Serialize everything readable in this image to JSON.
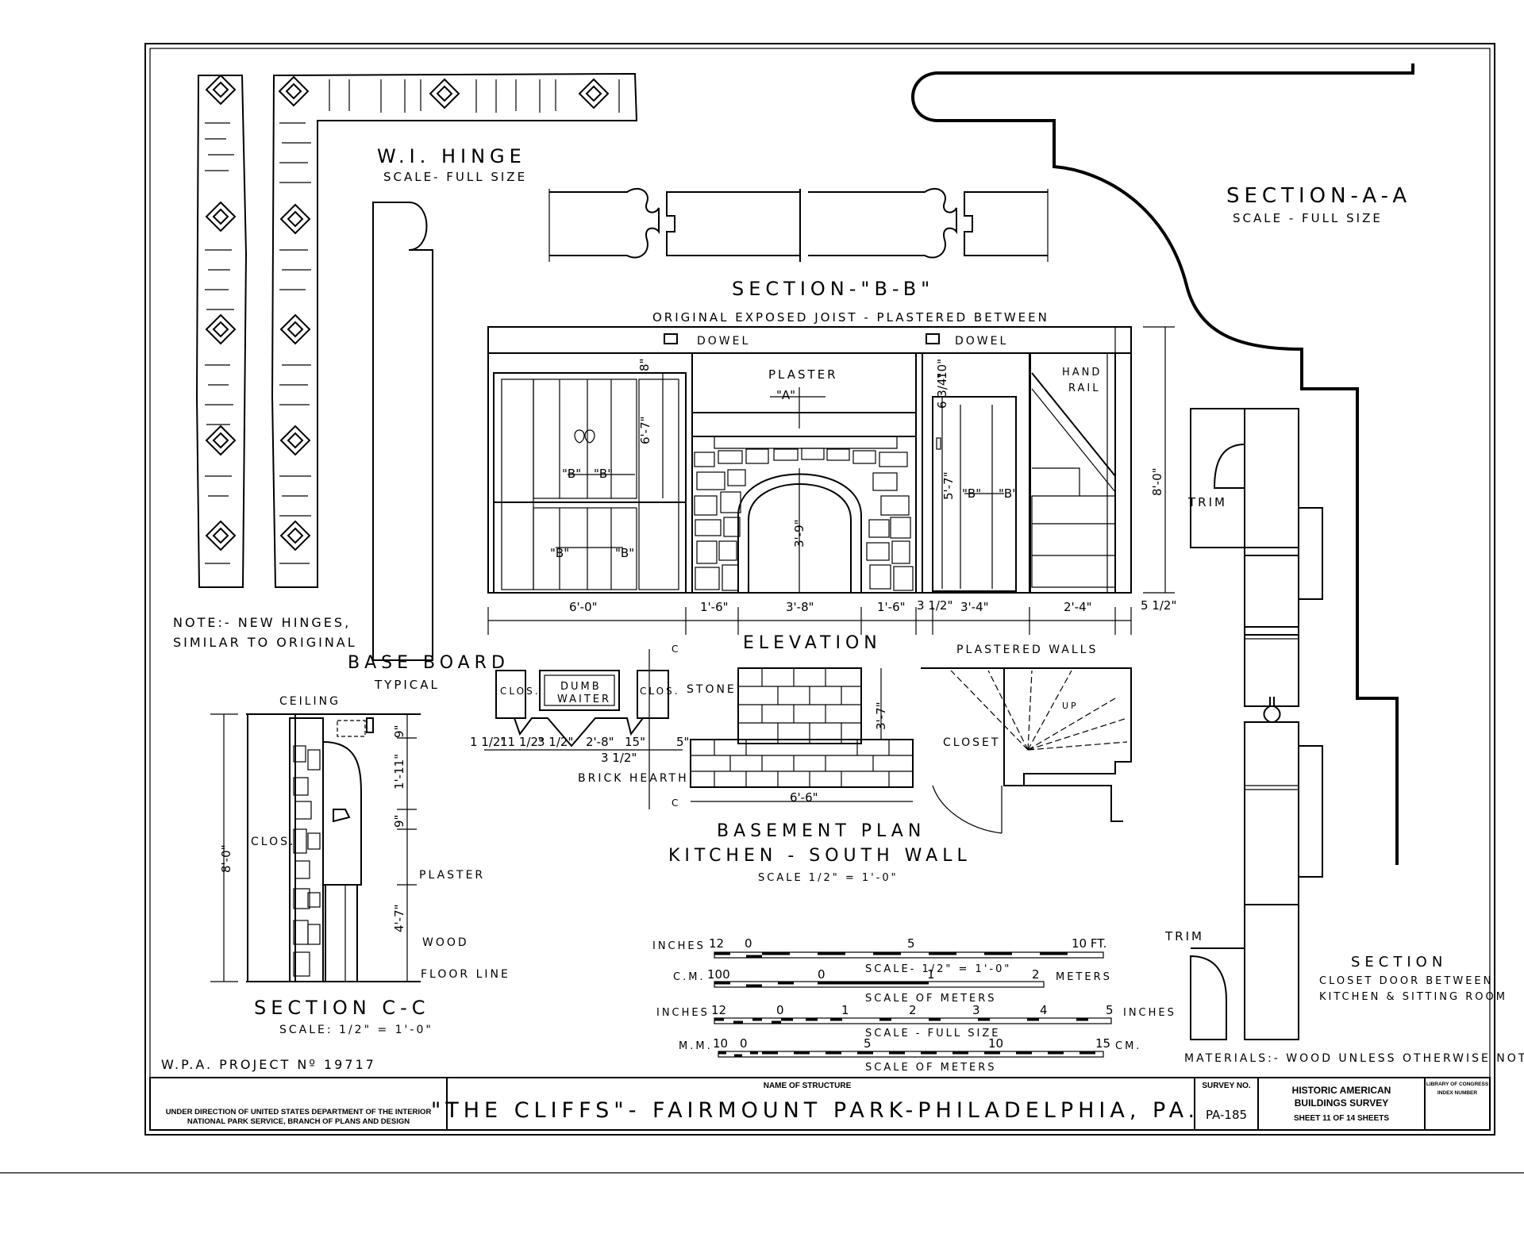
{
  "hinge": {
    "title": "W.I. HINGE",
    "scale": "SCALE- FULL SIZE"
  },
  "section_bb": {
    "title": "SECTION-\"B-B\""
  },
  "section_aa": {
    "title": "SECTION-A-A",
    "scale": "SCALE - FULL SIZE"
  },
  "elevation": {
    "joist_note": "ORIGINAL EXPOSED JOIST - PLASTERED BETWEEN",
    "dowel_1": "DOWEL",
    "dowel_2": "DOWEL",
    "plaster": "PLASTER",
    "hand_rail_1": "HAND",
    "hand_rail_2": "RAIL",
    "marker_a": "\"A\"",
    "marker_b_cab_top": "\"B\"",
    "marker_b_cab_top_r": "\"B\"",
    "marker_b_cab_bot": "\"B\"",
    "marker_b_cab_bot_r": "\"B\"",
    "marker_b_door": "\"B\"",
    "marker_b_door_r": "\"B\"",
    "dim_cab_height": "6'-7\"",
    "dim_arch_height": "3'-9\"",
    "dim_door_height": "5'-7\"",
    "dim_total_height": "8'-0\"",
    "dim_top_8": "8\"",
    "dim_top_10": "10\"",
    "dim_top_6": "6 3/4\"",
    "dims": [
      "6'-0\"",
      "1'-6\"",
      "3'-8\"",
      "1'-6\"",
      "3 1/2\"",
      "3'-4\"",
      "2'-4\"",
      "5 1/2\""
    ],
    "title": "ELEVATION"
  },
  "hinge_note": {
    "line1": "NOTE:- NEW HINGES,",
    "line2": "SIMILAR TO ORIGINAL"
  },
  "base_board": {
    "title": "BASE BOARD",
    "sub": "TYPICAL"
  },
  "basement": {
    "clos_left": "CLOS.",
    "dumb_1": "DUMB",
    "dumb_2": "WAITER",
    "clos_right": "CLOS.",
    "stone": "STONE",
    "brick_hearth": "BRICK HEARTH",
    "dims": [
      "1 1/2\"",
      "11 1/2\"",
      "3 1/2\"",
      "2'-8\"",
      "15\"",
      "5\""
    ],
    "dim_3_half": "3 1/2\"",
    "dim_hearth_width": "6'-6\"",
    "dim_hearth_depth": "3'-7\"",
    "cut_c_top": "C",
    "cut_c_bot": "C",
    "plastered_walls": "PLASTERED WALLS",
    "closet": "CLOSET",
    "up": "UP",
    "title1": "BASEMENT PLAN",
    "title2": "KITCHEN - SOUTH WALL",
    "scale": "SCALE 1/2\" = 1'-0\""
  },
  "section_cc": {
    "ceiling": "CEILING",
    "clos": "CLOS.",
    "plaster": "PLASTER",
    "wood": "WOOD",
    "floor_line": "FLOOR LINE",
    "dim_total": "8'-0\"",
    "dims": [
      "9\"",
      "1'-11\"",
      "9\"",
      "4'-7\""
    ],
    "title": "SECTION C-C",
    "scale": "SCALE: 1/2\" = 1'-0\""
  },
  "scales": {
    "row1_left": "INCHES",
    "row1_ticks": [
      "12",
      "0",
      "5",
      "10 FT."
    ],
    "row1_caption": "SCALE- 1/2\" = 1'-0\"",
    "row2_left": "C.M.",
    "row2_ticks": [
      "100",
      "0",
      "1",
      "2"
    ],
    "row2_right": "METERS",
    "row2_caption": "SCALE OF METERS",
    "row3_left": "INCHES",
    "row3_ticks": [
      "12",
      "0",
      "1",
      "2",
      "3",
      "4",
      "5"
    ],
    "row3_right": "INCHES",
    "row3_caption": "SCALE - FULL SIZE",
    "row4_left": "M.M.",
    "row4_ticks": [
      "10",
      "0",
      "5",
      "10",
      "15"
    ],
    "row4_right": "CM.",
    "row4_caption": "SCALE OF METERS"
  },
  "right_section": {
    "trim_top": "TRIM",
    "trim_bottom": "TRIM",
    "title": "SECTION",
    "line1": "CLOSET DOOR BETWEEN",
    "line2": "KITCHEN & SITTING ROOM",
    "materials": "MATERIALS:- WOOD UNLESS OTHERWISE NOTED"
  },
  "project": "W.P.A. PROJECT Nº 19717",
  "title_block": {
    "direction_1": "UNDER DIRECTION OF UNITED STATES DEPARTMENT OF THE INTERIOR",
    "direction_2": "NATIONAL PARK SERVICE, BRANCH OF PLANS AND DESIGN",
    "name_label": "NAME OF STRUCTURE",
    "structure_name": "\"THE CLIFFS\"- FAIRMOUNT PARK-PHILADELPHIA, PA.",
    "survey_label": "SURVEY NO.",
    "survey_no": "PA-185",
    "habs_1": "HISTORIC AMERICAN",
    "habs_2": "BUILDINGS SURVEY",
    "sheet": "SHEET 11 OF 14 SHEETS",
    "loc_1": "LIBRARY OF CONGRESS",
    "loc_2": "INDEX NUMBER"
  }
}
